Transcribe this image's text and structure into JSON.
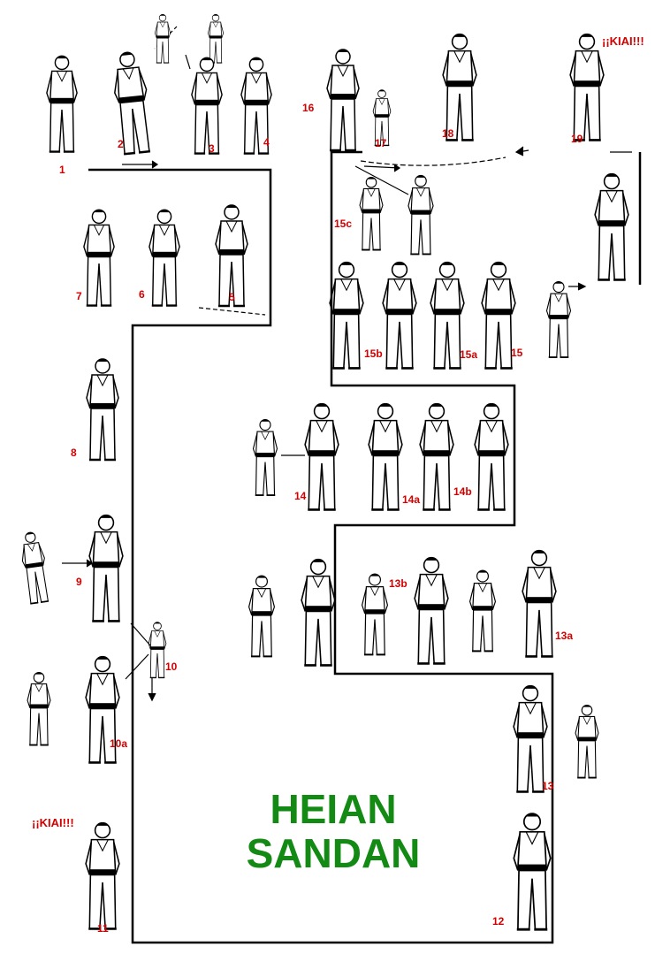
{
  "title": {
    "line1": "HEIAN",
    "line2": "SANDAN",
    "color": "#138a13"
  },
  "label_color": "#d40000",
  "kiai_labels": {
    "top": "¡¡KIAI!!!",
    "bottom": "¡¡KIAI!!!"
  },
  "figure_icon": "karateka-figure",
  "steps": [
    {
      "id": "s1",
      "label": "1"
    },
    {
      "id": "s2",
      "label": "2"
    },
    {
      "id": "s3",
      "label": "3"
    },
    {
      "id": "s4",
      "label": "4"
    },
    {
      "id": "s5",
      "label": "5"
    },
    {
      "id": "s6",
      "label": "6"
    },
    {
      "id": "s7",
      "label": "7"
    },
    {
      "id": "s8",
      "label": "8"
    },
    {
      "id": "s9",
      "label": "9"
    },
    {
      "id": "s10",
      "label": "10"
    },
    {
      "id": "s10a",
      "label": "10a"
    },
    {
      "id": "s11",
      "label": "11"
    },
    {
      "id": "s12",
      "label": "12"
    },
    {
      "id": "s13",
      "label": "13"
    },
    {
      "id": "s13a",
      "label": "13a"
    },
    {
      "id": "s13b",
      "label": "13b"
    },
    {
      "id": "s14",
      "label": "14"
    },
    {
      "id": "s14a",
      "label": "14a"
    },
    {
      "id": "s14b",
      "label": "14b"
    },
    {
      "id": "s15",
      "label": "15"
    },
    {
      "id": "s15a",
      "label": "15a"
    },
    {
      "id": "s15b",
      "label": "15b"
    },
    {
      "id": "s15c",
      "label": "15c"
    },
    {
      "id": "s16",
      "label": "16"
    },
    {
      "id": "s17",
      "label": "17"
    },
    {
      "id": "s18",
      "label": "18"
    },
    {
      "id": "s19",
      "label": "19"
    }
  ]
}
